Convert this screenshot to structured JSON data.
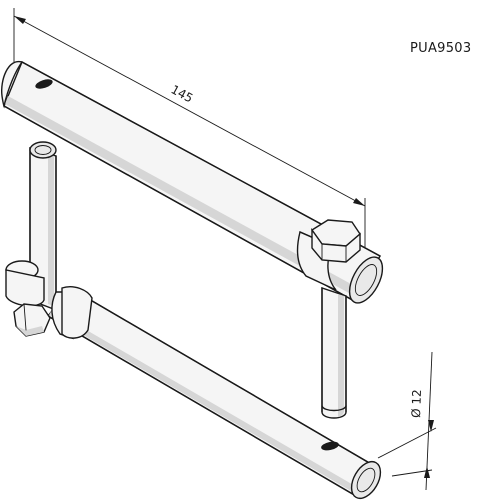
{
  "part_number": "PUA9503",
  "dimensions": {
    "length": "145",
    "diameter": "Ø 12"
  }
}
